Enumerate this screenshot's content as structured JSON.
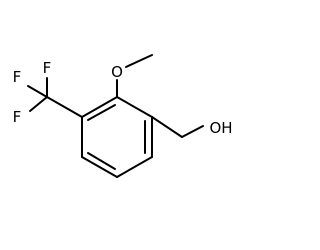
{
  "molecule": {
    "atoms": {
      "oxygen_methoxy": "O",
      "hydroxyl": "OH",
      "fluorine_1": "F",
      "fluorine_2": "F",
      "fluorine_3": "F"
    },
    "colors": {
      "bond": "#000000",
      "label": "#000000",
      "background": "#ffffff"
    }
  }
}
